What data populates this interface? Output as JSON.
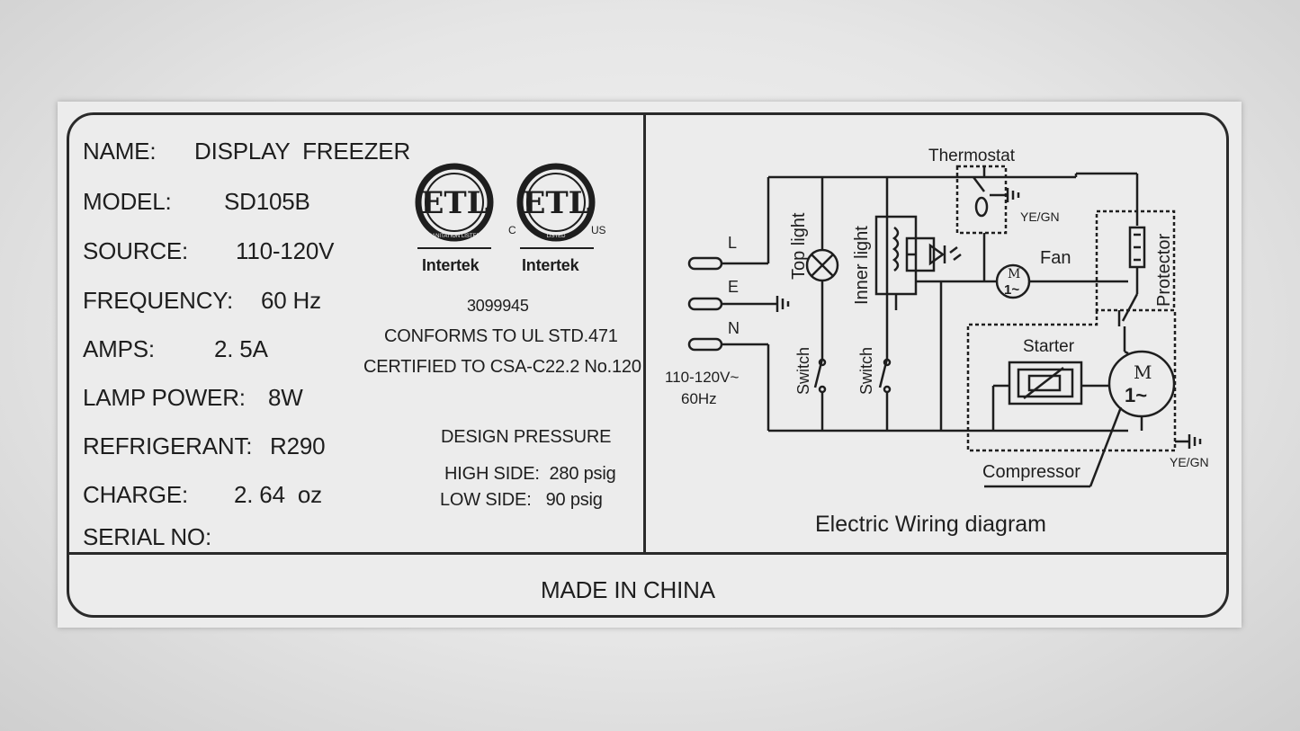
{
  "spec": {
    "name_label": "NAME:",
    "name_value": "DISPLAY  FREEZER",
    "model_label": "MODEL:",
    "model_value": "SD105B",
    "source_label": "SOURCE:",
    "source_value": "110-120V",
    "frequency_label": "FREQUENCY:",
    "frequency_value": "60 Hz",
    "amps_label": "AMPS:",
    "amps_value": "2. 5A",
    "lamp_label": "LAMP POWER:",
    "lamp_value": "8W",
    "refrigerant_label": "REFRIGERANT:",
    "refrigerant_value": "R290",
    "charge_label": "CHARGE:",
    "charge_value": "2. 64  oz",
    "serial_label": "SERIAL NO:"
  },
  "certs": {
    "logo1_text": "ETL",
    "logo1_arc": "SANITATION LISTED",
    "logo1_brand": "Intertek",
    "logo2_text": "ETL",
    "logo2_arc": "LISTED",
    "logo2_c": "C",
    "logo2_us": "US",
    "logo2_brand": "Intertek",
    "number": "3099945",
    "ul": "CONFORMS TO UL STD.471",
    "csa": "CERTIFIED TO CSA-C22.2 No.120"
  },
  "pressure": {
    "title": "DESIGN PRESSURE",
    "high": "HIGH SIDE:  280 psig",
    "low": "LOW SIDE:   90 psig"
  },
  "wiring": {
    "title": "Electric Wiring diagram",
    "terminal_L": "L",
    "terminal_E": "E",
    "terminal_N": "N",
    "supply_voltage": "110-120V~",
    "supply_freq": "60Hz",
    "top_light": "Top light",
    "inner_light": "Inner light",
    "switch1": "Switch",
    "switch2": "Switch",
    "thermostat": "Thermostat",
    "fan": "Fan",
    "protector": "Protector",
    "starter": "Starter",
    "compressor": "Compressor",
    "ground1": "YE/GN",
    "ground2": "YE/GN",
    "motor_m": "M",
    "motor_1": "1~"
  },
  "footer": {
    "made_in": "MADE IN CHINA"
  }
}
